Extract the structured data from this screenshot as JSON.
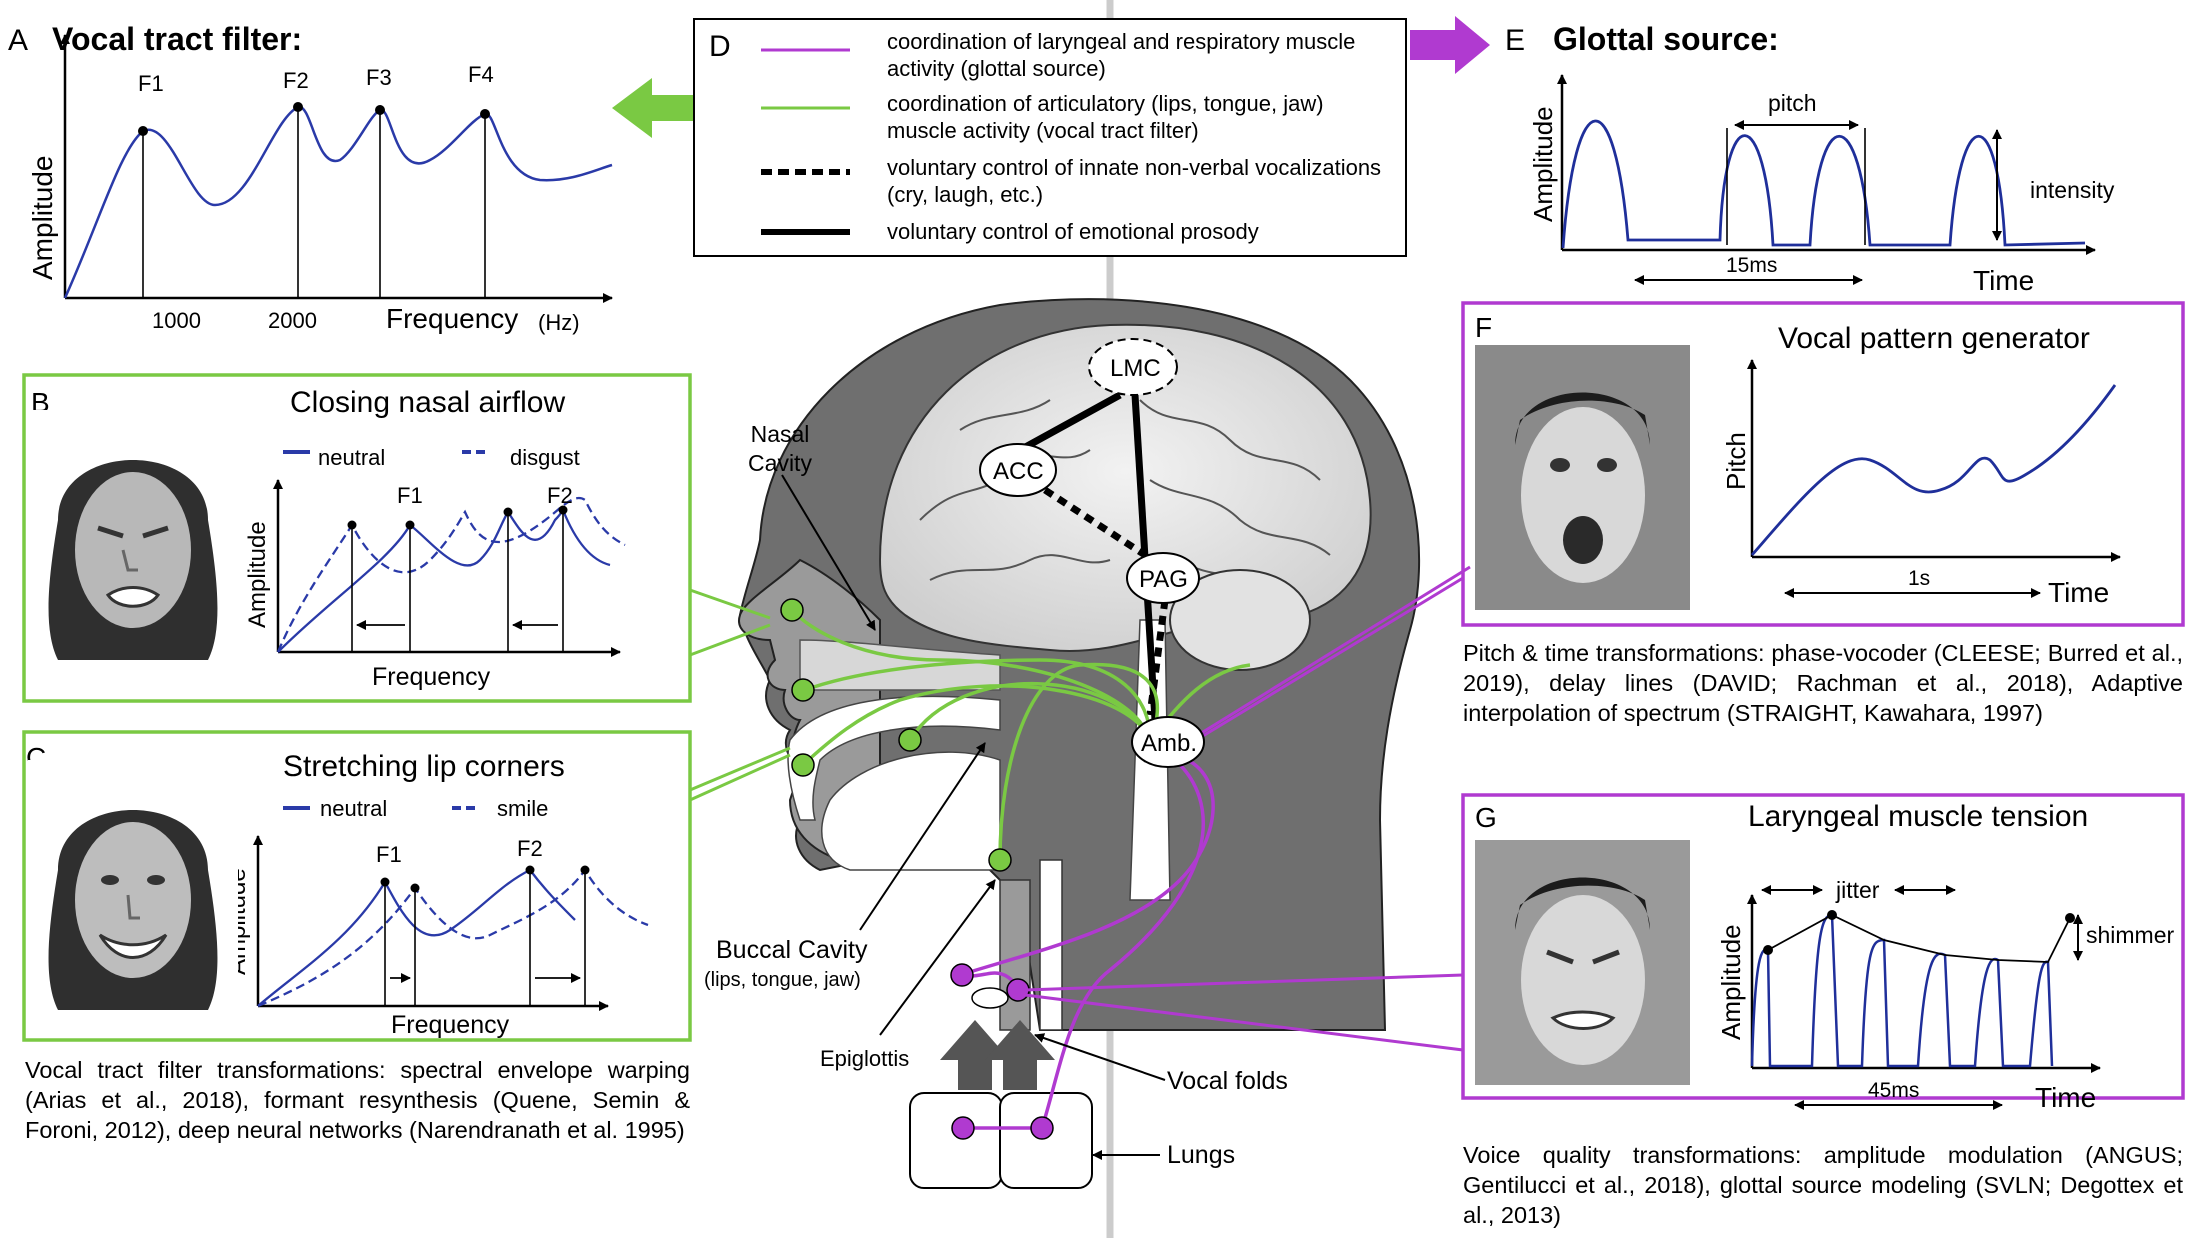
{
  "colors": {
    "curve_blue": "#1f2f9a",
    "green": "#7ac943",
    "magenta": "#b03ad0",
    "black": "#000000",
    "gray_line": "#cccccc"
  },
  "panel_a": {
    "letter": "A",
    "title": "Vocal tract filter:",
    "y_axis": "Amplitude",
    "x_axis": "Frequency",
    "x_unit": "(Hz)",
    "ticks": [
      "1000",
      "2000"
    ],
    "formants": [
      "F1",
      "F2",
      "F3",
      "F4"
    ]
  },
  "legend": {
    "letter": "D",
    "items": [
      {
        "style": "magenta-solid",
        "text": "coordination of laryngeal and respiratory muscle activity (glottal source)"
      },
      {
        "style": "green-solid",
        "text": "coordination of articulatory (lips, tongue, jaw) muscle activity (vocal tract filter)"
      },
      {
        "style": "black-dashed",
        "text": "voluntary control of innate non-verbal vocalizations (cry, laugh, etc.)"
      },
      {
        "style": "black-solid",
        "text": "voluntary control of emotional prosody"
      }
    ]
  },
  "panel_e": {
    "letter": "E",
    "title": "Glottal source:",
    "y_axis": "Amplitude",
    "x_axis": "Time",
    "pitch": "pitch",
    "intensity": "intensity",
    "duration": "15ms"
  },
  "panel_b": {
    "letter": "B",
    "title": "Closing nasal airflow",
    "legend_solid": "neutral",
    "legend_dashed": "disgust",
    "y_axis": "Amplitude",
    "x_axis": "Frequency",
    "formants": [
      "F1",
      "F2"
    ]
  },
  "panel_c": {
    "letter": "C",
    "title": "Stretching lip corners",
    "legend_solid": "neutral",
    "legend_dashed": "smile",
    "y_axis": "Amplitude",
    "x_axis": "Frequency",
    "formants": [
      "F1",
      "F2"
    ]
  },
  "panel_f": {
    "letter": "F",
    "title": "Vocal pattern generator",
    "y_axis": "Pitch",
    "x_axis": "Time",
    "duration": "1s"
  },
  "panel_g": {
    "letter": "G",
    "title": "Laryngeal muscle tension",
    "y_axis": "Amplitude",
    "x_axis": "Time",
    "jitter": "jitter",
    "shimmer": "shimmer",
    "duration": "45ms"
  },
  "brain": {
    "nodes": [
      "LMC",
      "ACC",
      "PAG",
      "Amb."
    ],
    "labels": {
      "nasal_cavity": "Nasal Cavity",
      "buccal_cavity": "Buccal Cavity",
      "buccal_sub": "(lips, tongue, jaw)",
      "epiglottis": "Epiglottis",
      "vocal_folds": "Vocal folds",
      "lungs": "Lungs"
    }
  },
  "captions": {
    "filter": "Vocal tract filter transformations: spectral envelope warping (Arias et al., 2018), formant resynthesis (Quene, Semin & Foroni, 2012), deep neural networks (Narendranath et al. 1995)",
    "pitch_time": "Pitch & time transformations: phase-vocoder (CLEESE; Burred et al., 2019), delay lines (DAVID; Rachman et al., 2018), Adaptive interpolation of spectrum (STRAIGHT, Kawahara, 1997)",
    "quality": "Voice quality transformations: amplitude modulation (ANGUS; Gentilucci et al., 2018), glottal source modeling (SVLN; Degottex et al., 2013)"
  }
}
